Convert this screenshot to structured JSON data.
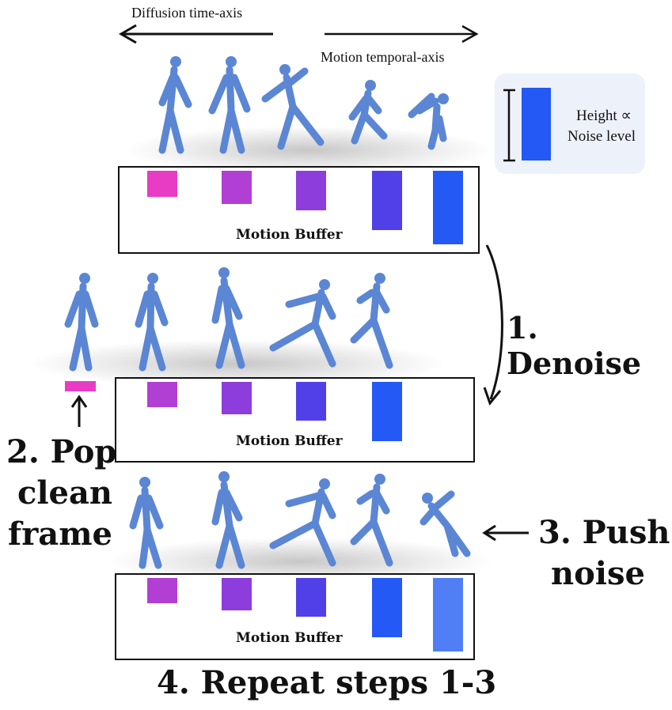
{
  "axes": {
    "diffusion": "Diffusion time-axis",
    "motion": "Motion temporal-axis"
  },
  "legend": {
    "line1": "Height ∝",
    "line2": "Noise level"
  },
  "buffer_label": "Motion Buffer",
  "steps": {
    "denoise": "1. Denoise",
    "pop_line1": "2. Pop",
    "pop_line2": "clean",
    "pop_line3": "frame",
    "push_line1": "3. Push",
    "push_line2": "noise",
    "repeat": "4. Repeat steps 1-3"
  },
  "colors": {
    "noise_low": "#e83cc4",
    "noise_high": "#2459f5",
    "figure": "#5b86d4"
  },
  "buffers": [
    {
      "name": "initial",
      "noise_levels": [
        0.35,
        0.45,
        0.55,
        0.8,
        1.0
      ]
    },
    {
      "name": "after-denoise",
      "noise_levels": [
        0.1,
        0.35,
        0.45,
        0.55,
        0.8
      ],
      "popped": 0
    },
    {
      "name": "after-push",
      "noise_levels": [
        0.35,
        0.45,
        0.55,
        0.8,
        1.0
      ]
    }
  ],
  "icons": [
    "arrow-left-icon",
    "arrow-right-icon",
    "curved-arrow-icon",
    "arrow-up-icon",
    "arrow-left-icon"
  ]
}
